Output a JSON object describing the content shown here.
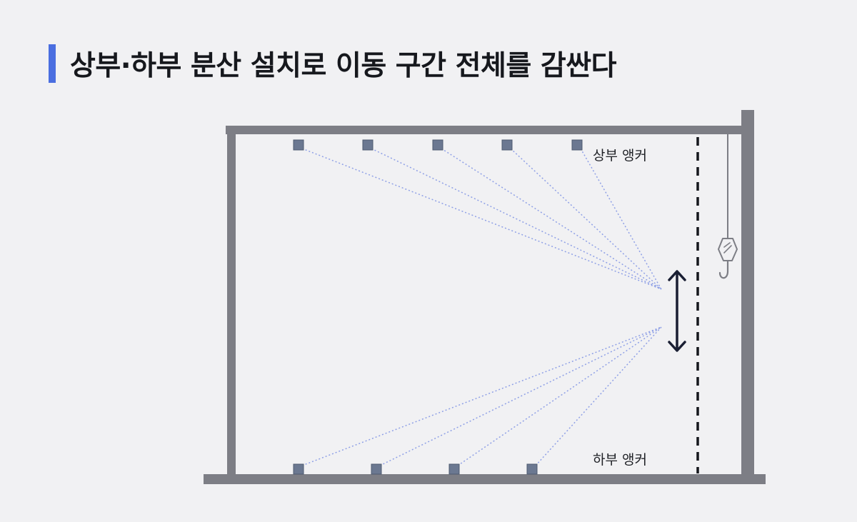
{
  "header": {
    "title": "상부·하부 분산 설치로 이동 구간 전체를 감싼다",
    "accent_color": "#4a6ee0"
  },
  "diagram": {
    "frame_color": "#7d7e85",
    "anchor_color": "#6b7891",
    "link_color": "#8fa0e6",
    "arrow_color": "#1a1f33",
    "upper_anchor_label": "상부 앵커",
    "lower_anchor_label": "하부 앵커",
    "upper_anchor_count": 5,
    "lower_anchor_count": 4,
    "icons": [
      "crane-hook-icon",
      "double-arrow-icon"
    ]
  }
}
